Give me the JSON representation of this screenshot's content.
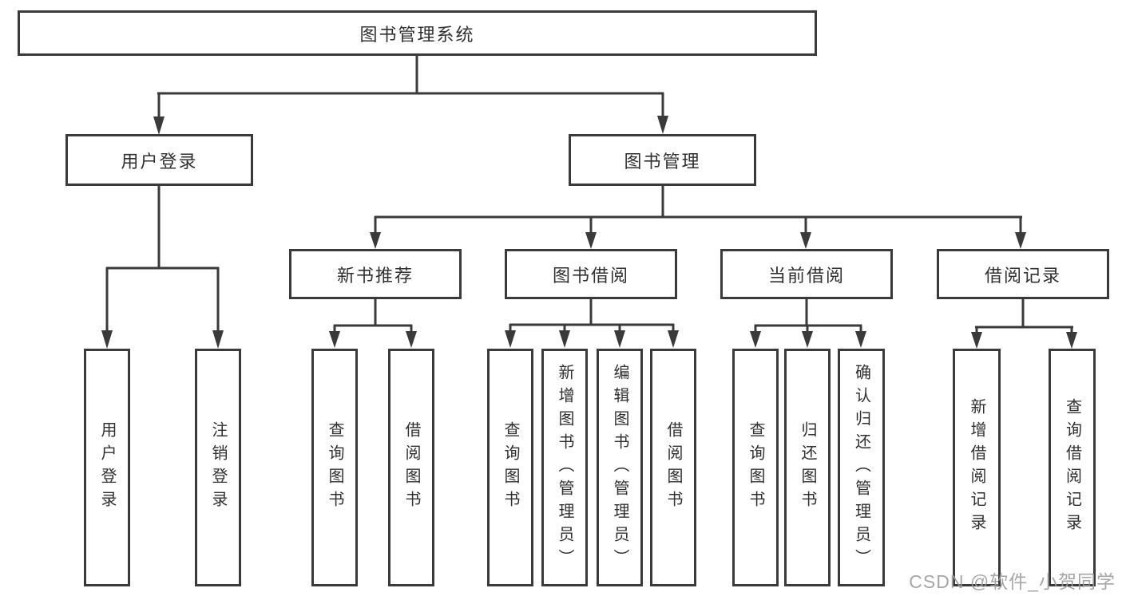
{
  "diagram_title": "图书管理系统",
  "tree": {
    "root": {
      "label": "图书管理系统"
    },
    "branches": [
      {
        "label": "用户登录",
        "children": [
          {
            "label": "用户登录"
          },
          {
            "label": "注销登录"
          }
        ]
      },
      {
        "label": "图书管理",
        "children": [
          {
            "label": "新书推荐",
            "children": [
              {
                "label": "查询图书"
              },
              {
                "label": "借阅图书"
              }
            ]
          },
          {
            "label": "图书借阅",
            "children": [
              {
                "label": "查询图书"
              },
              {
                "label": "新增图书（管理员）"
              },
              {
                "label": "编辑图书（管理员）"
              },
              {
                "label": "借阅图书"
              }
            ]
          },
          {
            "label": "当前借阅",
            "children": [
              {
                "label": "查询图书"
              },
              {
                "label": "归还图书"
              },
              {
                "label": "确认归还（管理员）"
              }
            ]
          },
          {
            "label": "借阅记录",
            "children": [
              {
                "label": "新增借阅记录"
              },
              {
                "label": "查询借阅记录"
              }
            ]
          }
        ]
      }
    ]
  },
  "watermark": {
    "text": "CSDN @软件_小贺同学",
    "color": "#9c9c9c"
  },
  "colors": {
    "line": "#3a3a3a",
    "node_border": "#3a3a3a",
    "node_text": "#303030",
    "background": "#ffffff"
  }
}
